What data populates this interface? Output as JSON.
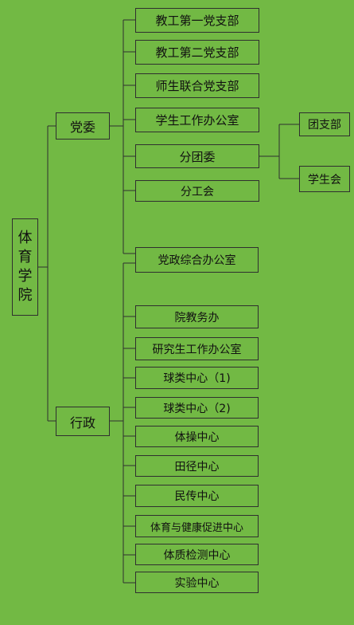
{
  "root": {
    "chars": [
      "体",
      "育",
      "学",
      "院"
    ]
  },
  "branches": {
    "party": {
      "label": "党委",
      "children": [
        "教工第一党支部",
        "教工第二党支部",
        "师生联合党支部",
        "学生工作办公室",
        "分团委",
        "分工会"
      ],
      "youth_children": [
        "团支部",
        "学生会"
      ]
    },
    "admin": {
      "label": "行政",
      "children": [
        "党政综合办公室",
        "院教务办",
        "研究生工作办公室",
        "球类中心（1)",
        "球类中心（2)",
        "体操中心",
        "田径中心",
        "民传中心",
        "体育与健康促进中心",
        "体质检测中心",
        "实验中心"
      ]
    }
  },
  "colors": {
    "background": "#72b944",
    "line": "#2f2f2f",
    "text": "#111111"
  }
}
